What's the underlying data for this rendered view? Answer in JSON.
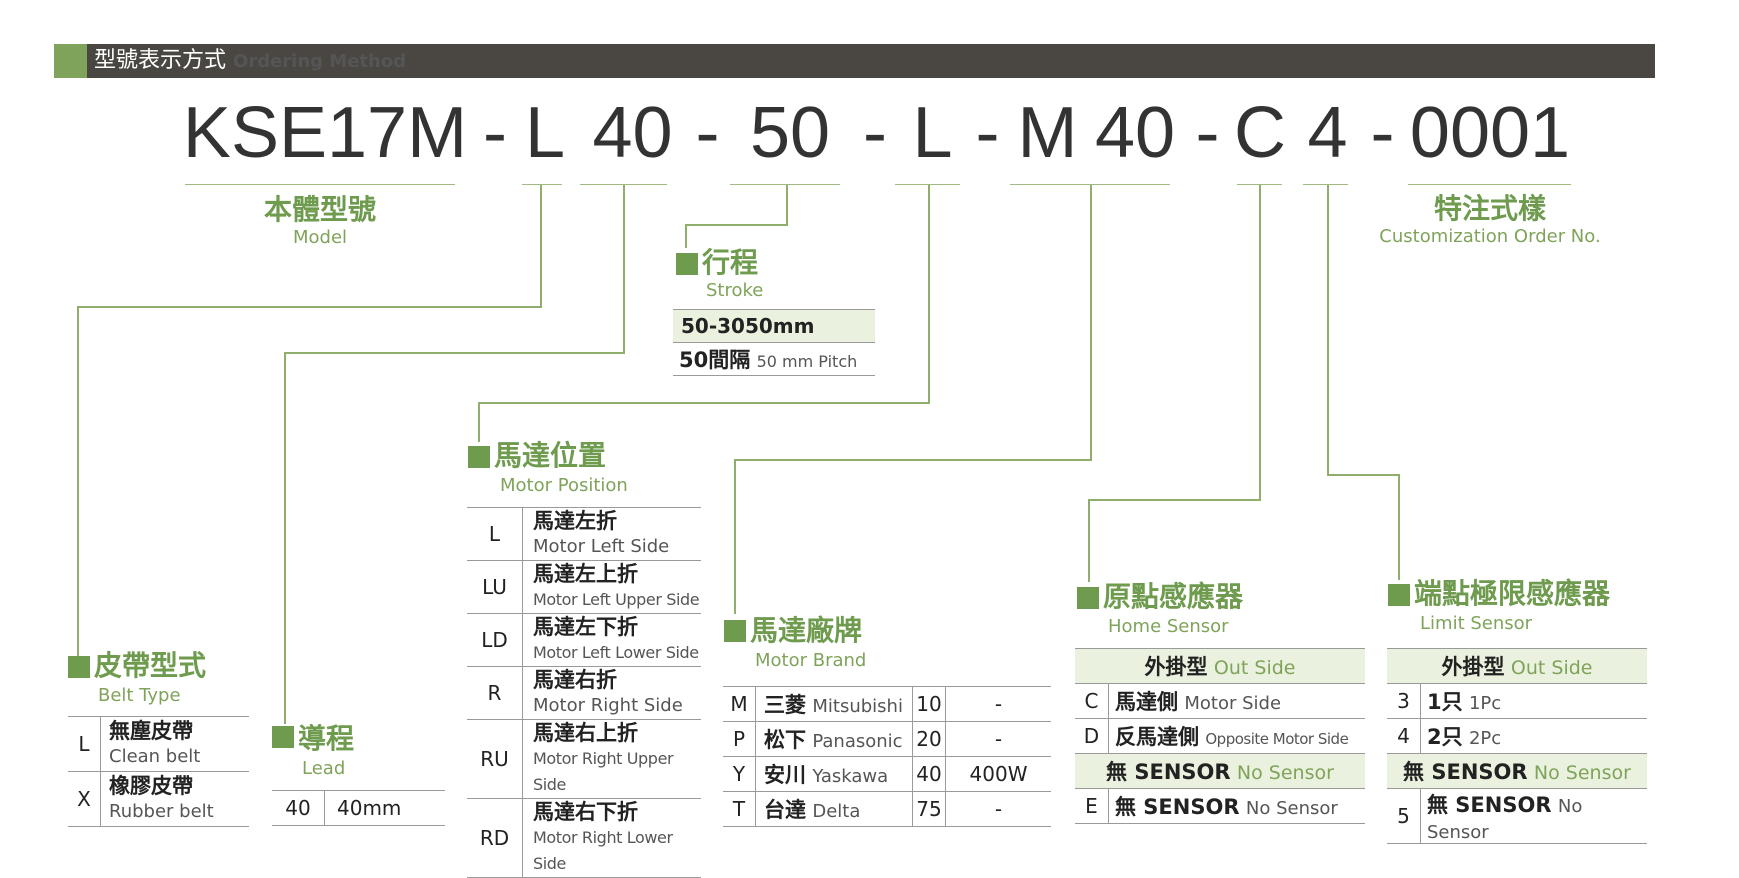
{
  "header": {
    "title_zh": "型號表示方式",
    "title_en": "Ordering Method"
  },
  "code": {
    "model": "KSE17M",
    "d1": "-",
    "belt": "L",
    "lead": "40",
    "d2": "-",
    "stroke": "50",
    "d3": "-",
    "position": "L",
    "d4": "-",
    "brand": "M",
    "power": "40",
    "d5": "-",
    "home": "C",
    "limit": "4",
    "d6": "-",
    "order": "0001"
  },
  "model_label": {
    "zh": "本體型號",
    "en": "Model"
  },
  "custom_label": {
    "zh": "特注式樣",
    "en": "Customization Order No."
  },
  "stroke": {
    "zh": "行程",
    "en": "Stroke",
    "rows": [
      {
        "text": "50-3050mm"
      },
      {
        "zh": "50間隔",
        "en": "50 mm Pitch"
      }
    ]
  },
  "motor_position": {
    "zh": "馬達位置",
    "en": "Motor Position",
    "rows": [
      {
        "code": "L",
        "zh": "馬達左折",
        "en": "Motor Left Side"
      },
      {
        "code": "LU",
        "zh": "馬達左上折",
        "en": "Motor Left Upper Side"
      },
      {
        "code": "LD",
        "zh": "馬達左下折",
        "en": "Motor Left Lower Side"
      },
      {
        "code": "R",
        "zh": "馬達右折",
        "en": "Motor Right Side"
      },
      {
        "code": "RU",
        "zh": "馬達右上折",
        "en": "Motor Right Upper Side"
      },
      {
        "code": "RD",
        "zh": "馬達右下折",
        "en": "Motor Right Lower Side"
      }
    ]
  },
  "belt_type": {
    "zh": "皮帶型式",
    "en": "Belt Type",
    "rows": [
      {
        "code": "L",
        "zh": "無塵皮帶",
        "en": "Clean belt"
      },
      {
        "code": "X",
        "zh": "橡膠皮帶",
        "en": "Rubber belt"
      }
    ]
  },
  "lead": {
    "zh": "導程",
    "en": "Lead",
    "rows": [
      {
        "code": "40",
        "value": "40mm"
      }
    ]
  },
  "motor_brand": {
    "zh": "馬達廠牌",
    "en": "Motor Brand",
    "rows": [
      {
        "code": "M",
        "zh": "三菱",
        "en": "Mitsubishi",
        "num": "10",
        "power": "-"
      },
      {
        "code": "P",
        "zh": "松下",
        "en": "Panasonic",
        "num": "20",
        "power": "-"
      },
      {
        "code": "Y",
        "zh": "安川",
        "en": "Yaskawa",
        "num": "40",
        "power": "400W"
      },
      {
        "code": "T",
        "zh": "台達",
        "en": "Delta",
        "num": "75",
        "power": "-"
      }
    ]
  },
  "home_sensor": {
    "zh": "原點感應器",
    "en": "Home Sensor",
    "header_zh": "外掛型",
    "header_en": "Out Side",
    "rows": [
      {
        "code": "C",
        "zh": "馬達側",
        "en": "Motor Side"
      },
      {
        "code": "D",
        "zh": "反馬達側",
        "en": "Opposite Motor Side"
      }
    ],
    "none_row": {
      "zh": "無 SENSOR",
      "en": "No Sensor"
    },
    "e_row": {
      "code": "E",
      "zh": "無 SENSOR",
      "en": "No Sensor"
    }
  },
  "limit_sensor": {
    "zh": "端點極限感應器",
    "en": "Limit Sensor",
    "header_zh": "外掛型",
    "header_en": "Out Side",
    "rows": [
      {
        "code": "3",
        "zh": "1只",
        "en": "1Pc"
      },
      {
        "code": "4",
        "zh": "2只",
        "en": "2Pc"
      }
    ],
    "none_row": {
      "zh": "無 SENSOR",
      "en": "No Sensor"
    },
    "e_row": {
      "code": "5",
      "zh": "無 SENSOR",
      "en": "No Sensor"
    }
  },
  "colors": {
    "header_bar": "#4a4743",
    "accent_green": "#7fa35a",
    "title_green": "#6e9b4e",
    "row_shade": "#eaf1de"
  }
}
